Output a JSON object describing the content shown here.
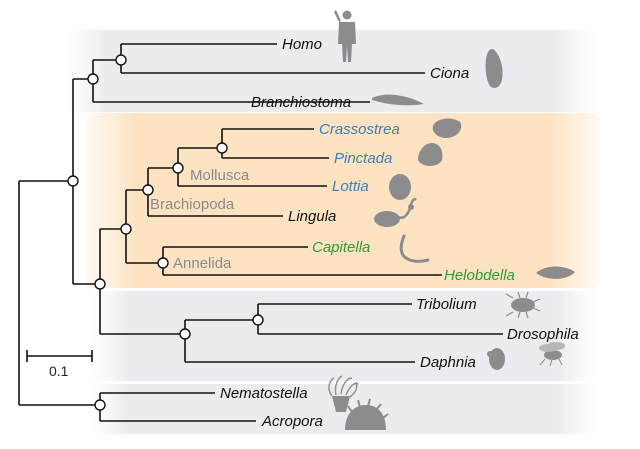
{
  "taxa": {
    "homo": {
      "label": "Homo",
      "color": "#111111"
    },
    "ciona": {
      "label": "Ciona",
      "color": "#111111"
    },
    "branchiostoma": {
      "label": "Branchiostoma",
      "color": "#111111"
    },
    "crassostrea": {
      "label": "Crassostrea",
      "color": "#3a7fb5"
    },
    "pinctada": {
      "label": "Pinctada",
      "color": "#3a7fb5"
    },
    "lottia": {
      "label": "Lottia",
      "color": "#3a7fb5"
    },
    "lingula": {
      "label": "Lingula",
      "color": "#111111"
    },
    "capitella": {
      "label": "Capitella",
      "color": "#2e9a3a"
    },
    "helobdella": {
      "label": "Helobdella",
      "color": "#2e9a3a"
    },
    "tribolium": {
      "label": "Tribolium",
      "color": "#111111"
    },
    "drosophila": {
      "label": "Drosophila",
      "color": "#111111"
    },
    "daphnia": {
      "label": "Daphnia",
      "color": "#111111"
    },
    "nematostella": {
      "label": "Nematostella",
      "color": "#111111"
    },
    "acropora": {
      "label": "Acropora",
      "color": "#111111"
    }
  },
  "groups": {
    "mollusca": "Mollusca",
    "brachiopoda": "Brachiopoda",
    "annelida": "Annelida"
  },
  "scale_bar": {
    "label": "0.1"
  },
  "colors": {
    "deuterostome_band": "#ececf0",
    "lophotrochozoa_band": "#fde3c2",
    "ecdysozoa_band": "#ececf0",
    "cnidaria_band": "#ececf0",
    "mollusc_label": "#3a7fb5",
    "annelid_label": "#2e9a3a",
    "group_label": "#8a8a8a"
  }
}
